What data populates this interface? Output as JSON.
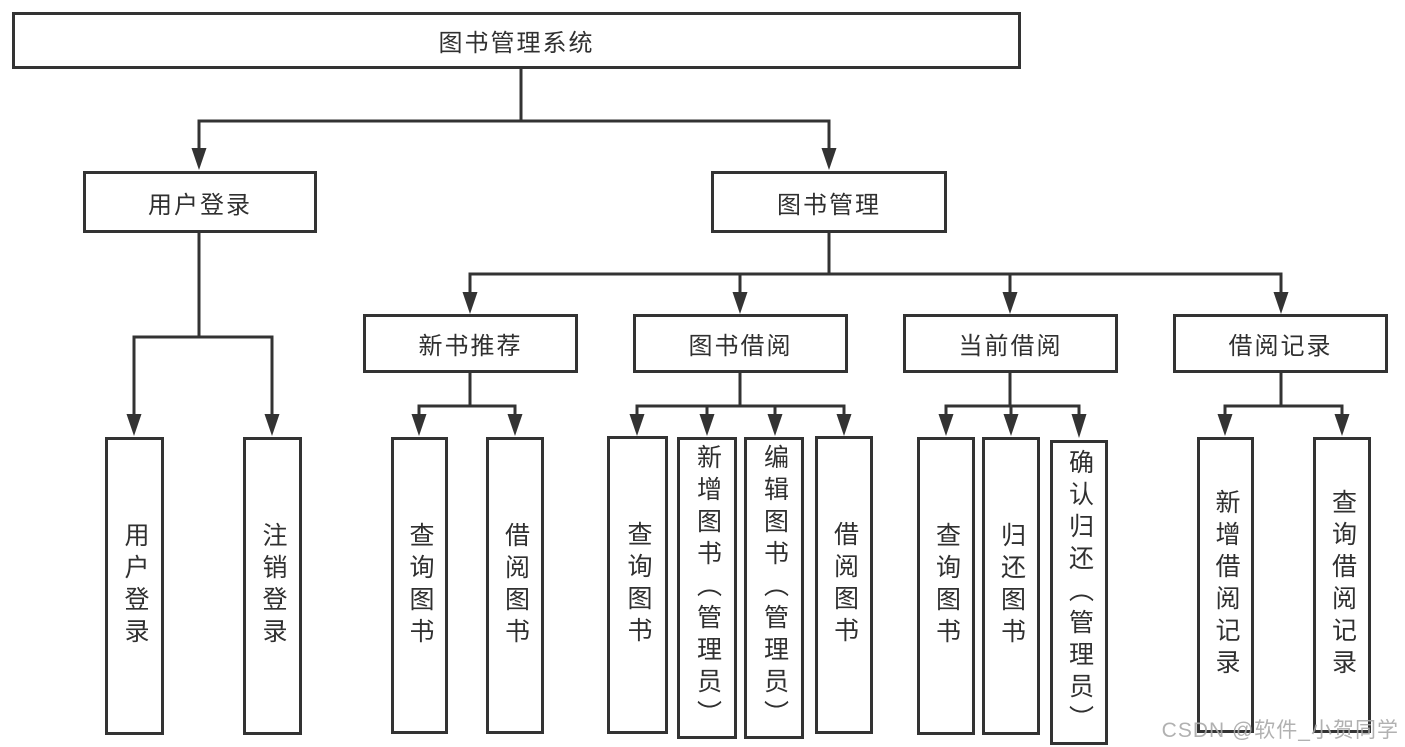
{
  "diagram": {
    "root": {
      "label": "图书管理系统"
    },
    "level2": {
      "user_login": {
        "label": "用户登录"
      },
      "book_management": {
        "label": "图书管理"
      }
    },
    "level3": {
      "new_book_recommendation": {
        "label": "新书推荐"
      },
      "book_borrowing": {
        "label": "图书借阅"
      },
      "current_borrowing": {
        "label": "当前借阅"
      },
      "borrowing_records": {
        "label": "借阅记录"
      }
    },
    "leaves": {
      "user_login": [
        "用户登录",
        "注销登录"
      ],
      "new_book_recommendation": [
        "查询图书",
        "借阅图书"
      ],
      "book_borrowing": [
        "查询图书",
        "新增图书（管理员）",
        "编辑图书（管理员）",
        "借阅图书"
      ],
      "current_borrowing": [
        "查询图书",
        "归还图书",
        "确认归还（管理员）"
      ],
      "borrowing_records": [
        "新增借阅记录",
        "查询借阅记录"
      ]
    }
  },
  "watermark": {
    "text": "CSDN @软件_小贺同学"
  },
  "colors": {
    "line": "#333333",
    "text": "#303030",
    "background": "#ffffff",
    "watermark": "#a8a8a8"
  }
}
